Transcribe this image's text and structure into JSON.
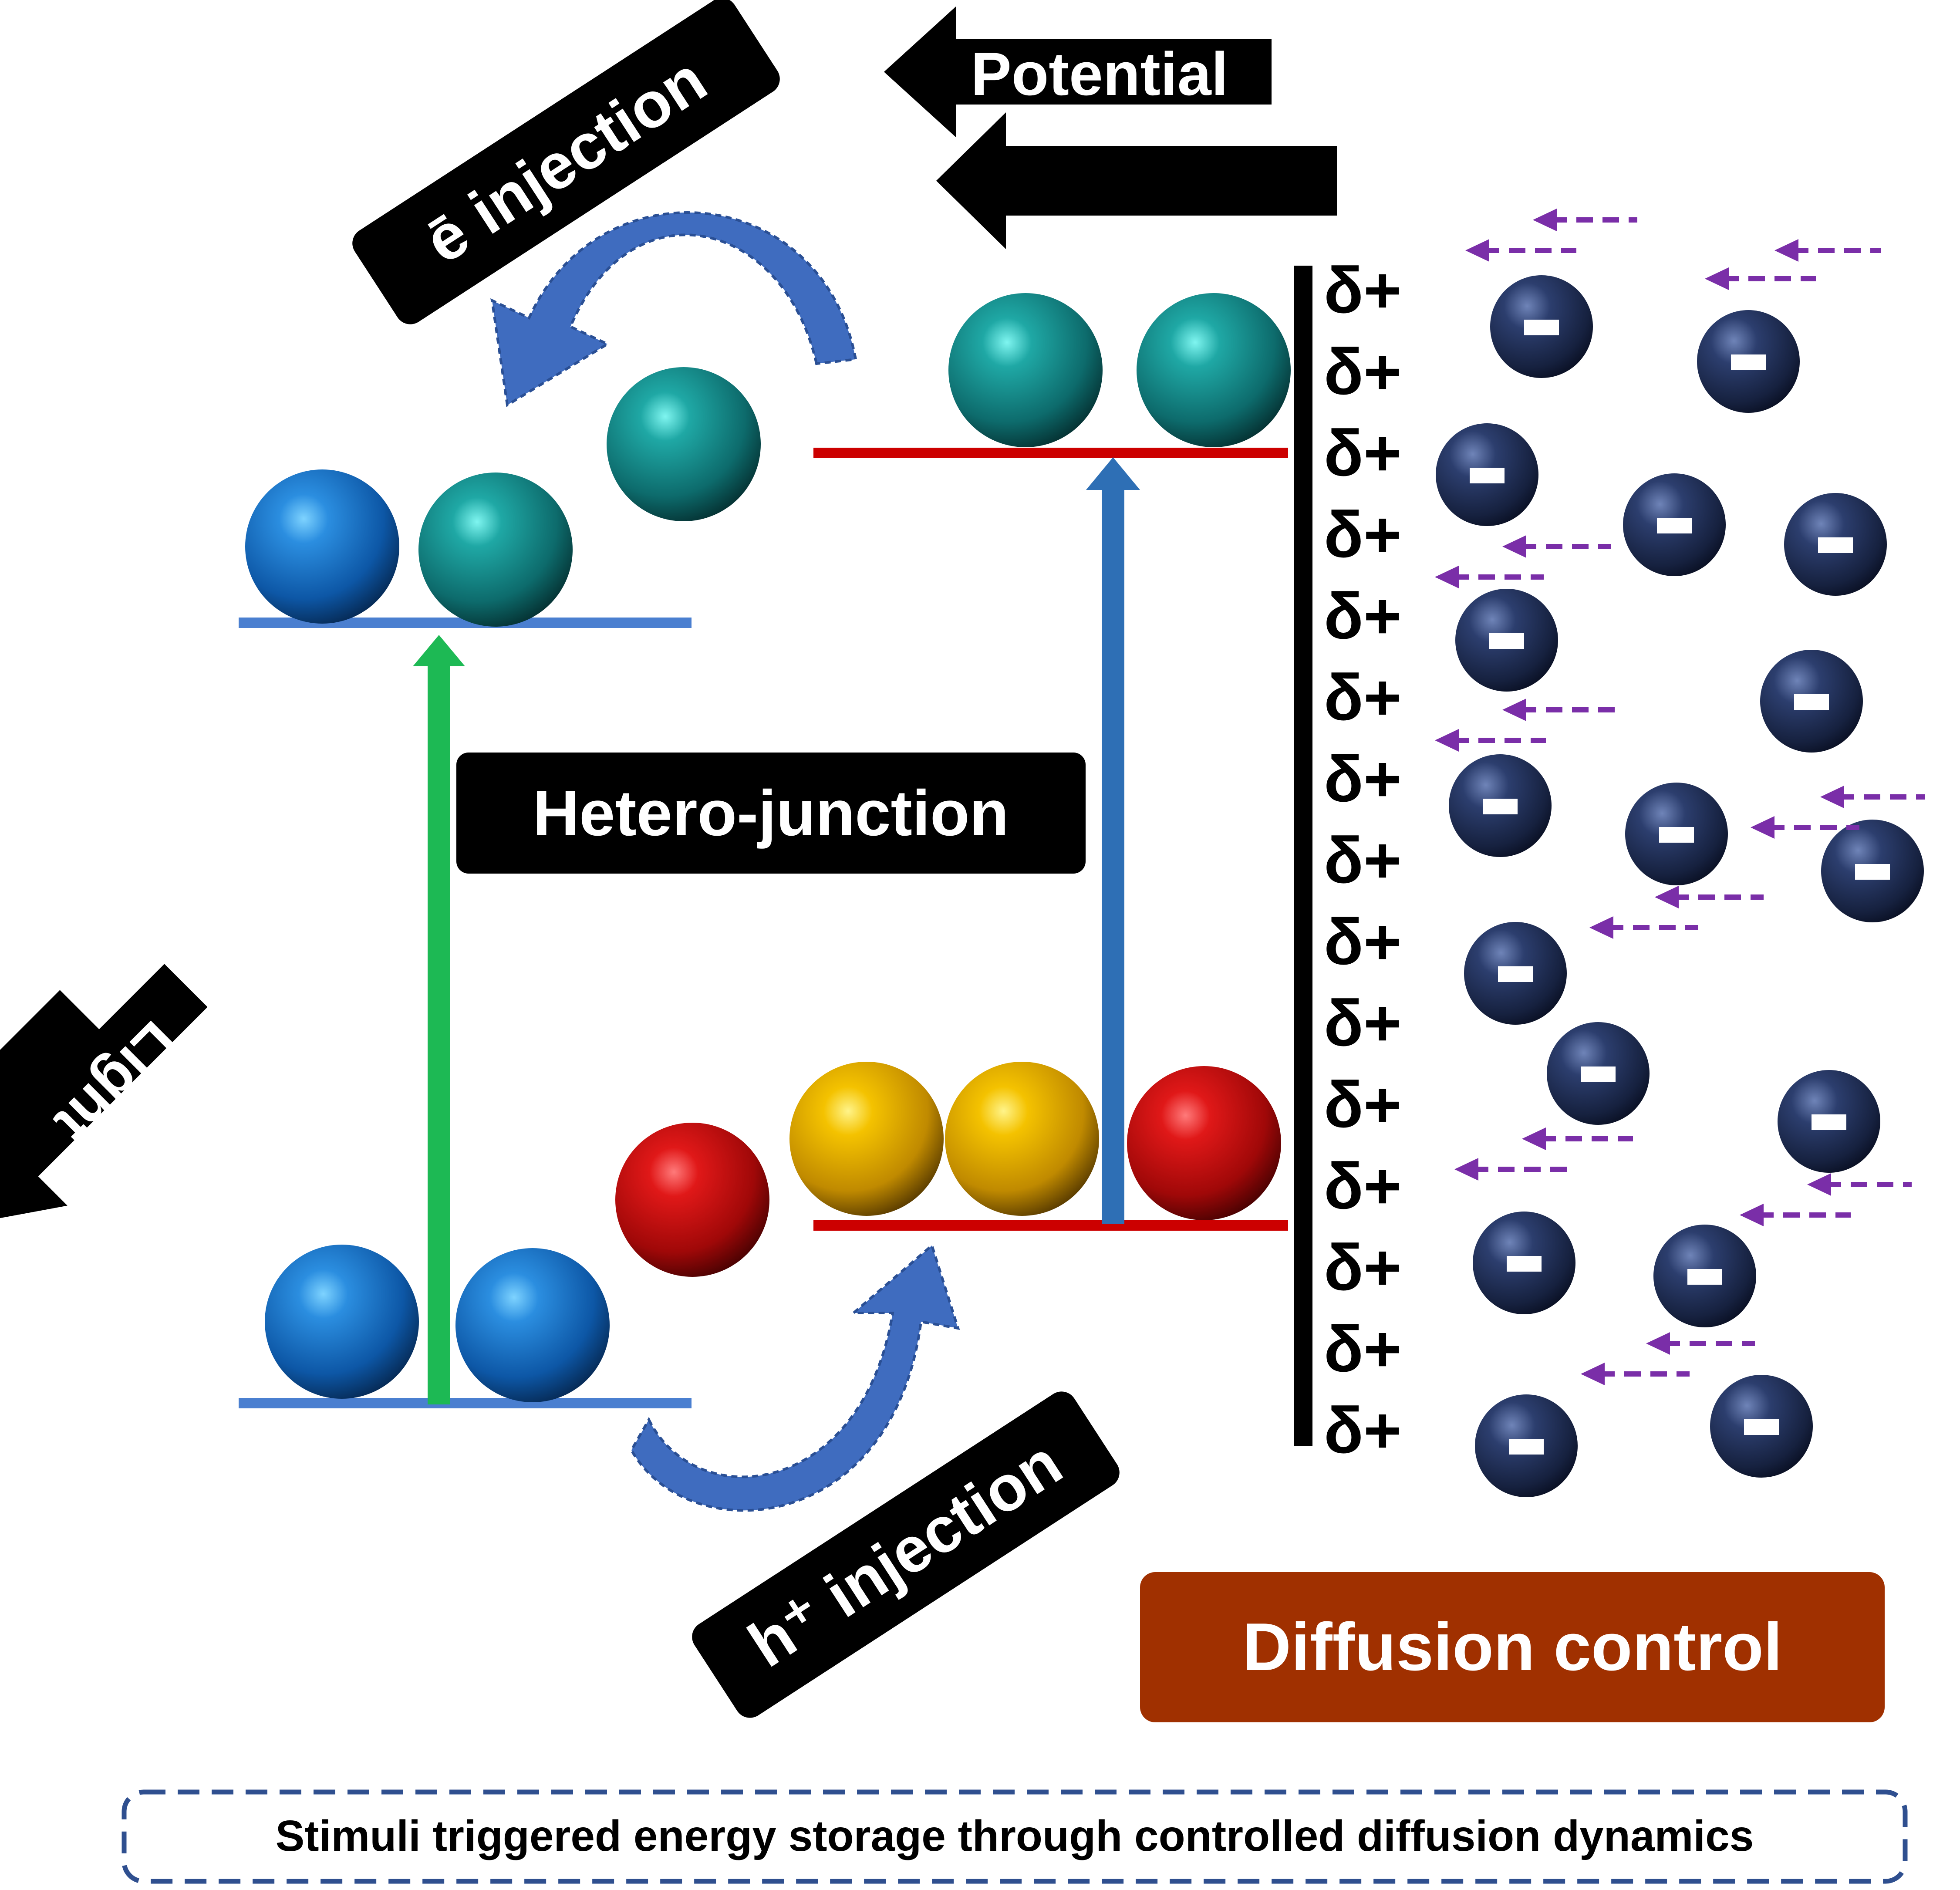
{
  "labels": {
    "e_injection": "ē injection",
    "potential": "Potential",
    "hetero_junction": "Hetero-junction",
    "light": "Light",
    "h_injection": "h⁺ injection",
    "diffusion_control": "Diffusion control",
    "caption": "Stimuli triggered energy storage through controlled diffusion dynamics"
  },
  "surface_charges": [
    "δ+",
    "δ+",
    "δ+",
    "δ+",
    "δ+",
    "δ+",
    "δ+",
    "δ+",
    "δ+",
    "δ+",
    "δ+",
    "δ+",
    "δ+",
    "δ+",
    "δ+"
  ],
  "anion_symbol": "−",
  "colors": {
    "blue_sphere": "#1f6fc0",
    "teal_sphere": "#1a8a8a",
    "red_sphere": "#c01010",
    "yellow_sphere": "#f0b800",
    "anion": "#1e2d55",
    "blue_level": "#4a7fd0",
    "red_level": "#cc0000",
    "green_arrow": "#1db954",
    "blue_arrow": "#2e6fb5",
    "curved_arrow": "#3f6cbf",
    "purple_arrow": "#7a2ea8",
    "diffusion_box": "#a03000",
    "caption_border": "#2f4f8f"
  }
}
